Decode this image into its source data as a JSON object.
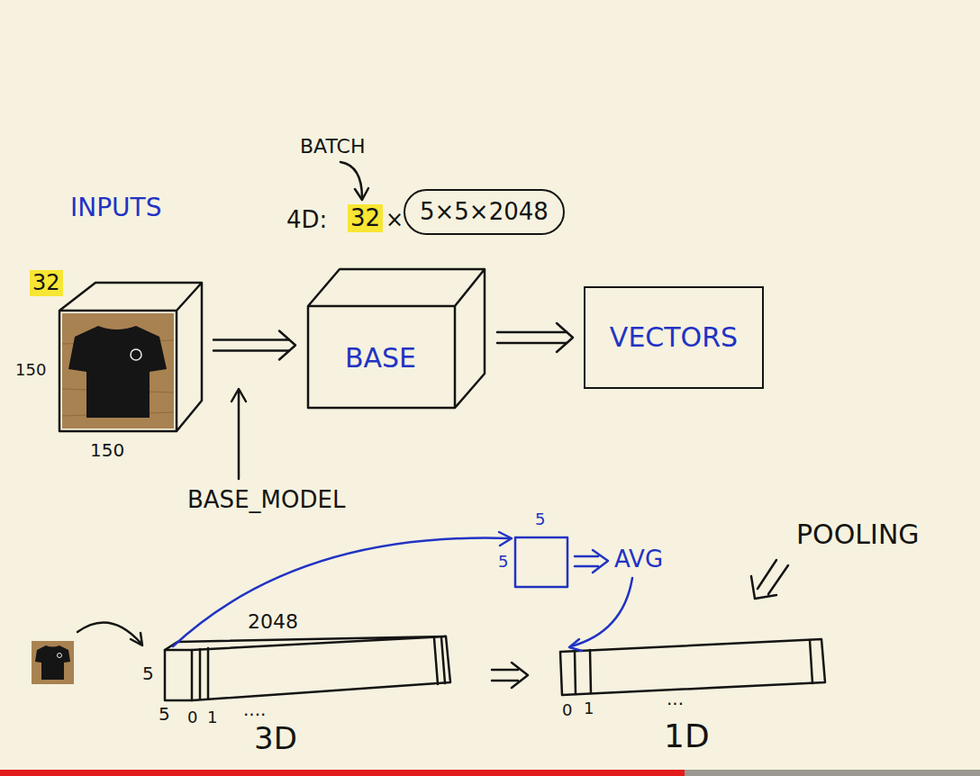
{
  "diagram": {
    "nodes": [
      {
        "text": [
          "5×5×2048"
        ]
      },
      {
        "text": [
          "32",
          "150",
          "150"
        ]
      },
      {
        "text": [
          "BASE"
        ]
      },
      {
        "text": [
          "VECTORS"
        ]
      }
    ],
    "edges": [
      {
        "from": 1,
        "to": 2,
        "arrow": "to"
      },
      {
        "from": 2,
        "to": 3,
        "arrow": "to"
      }
    ],
    "labels": [
      "BATCH",
      "4D:",
      "32",
      "×",
      "INPUTS",
      "BASE_MODEL",
      "5",
      "5",
      "AVG",
      "POOLING",
      "2048",
      "5",
      "5",
      "0",
      "1",
      "....",
      "3D",
      "0",
      "1",
      "...",
      "1D"
    ]
  }
}
